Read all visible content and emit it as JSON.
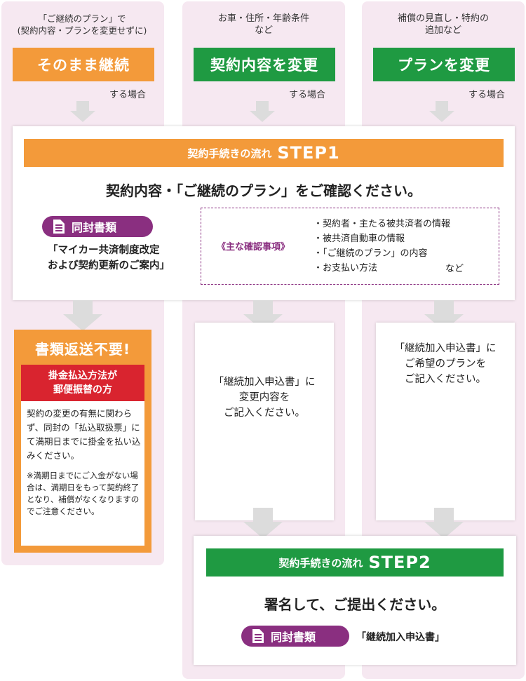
{
  "columns": [
    {
      "head_lines": [
        "「ご継続のプラン」で",
        "(契約内容・プランを変更せずに)"
      ],
      "choice": "そのまま継続",
      "suffix": "する場合"
    },
    {
      "head_lines": [
        "お車・住所・年齢条件",
        "など"
      ],
      "choice": "契約内容を変更",
      "suffix": "する場合"
    },
    {
      "head_lines": [
        "補償の見直し・特約の",
        "追加など"
      ],
      "choice": "プランを変更",
      "suffix": "する場合"
    }
  ],
  "step1": {
    "label": "契約手続きの流れ",
    "num": "STEP1",
    "title": "契約内容・「ご継続のプラン」をご確認ください。",
    "pill": "同封書類",
    "doc_lines": [
      "「マイカー共済制度改定",
      "および契約更新のご案内」"
    ],
    "confirm_label": "《主な確認事項》",
    "confirm_items": [
      "・契約者・主たる被共済者の情報",
      "・被共済自動車の情報",
      "・「ご継続のプラン」の内容",
      "・お支払い方法"
    ],
    "confirm_etc": "など"
  },
  "no_return": {
    "title": "書類返送不要!",
    "red_lines": [
      "掛金払込方法が",
      "郵便振替の方"
    ],
    "body": "契約の変更の有無に関わらず、同封の「払込取扱票」にて満期日までに掛金を払い込みください。",
    "note": "※満期日までにご入金がない場合は、満期日をもって契約終了となり、補償がなくなりますのでご注意ください。"
  },
  "col2_box": [
    "「継続加入申込書」に",
    "変更内容を",
    "ご記入ください。"
  ],
  "col3_box": [
    "「継続加入申込書」に",
    "ご希望のプランを",
    "ご記入ください。"
  ],
  "step2": {
    "label": "契約手続きの流れ",
    "num": "STEP2",
    "title": "署名して、ご提出ください。",
    "pill": "同封書類",
    "doc": "「継続加入申込書」"
  }
}
